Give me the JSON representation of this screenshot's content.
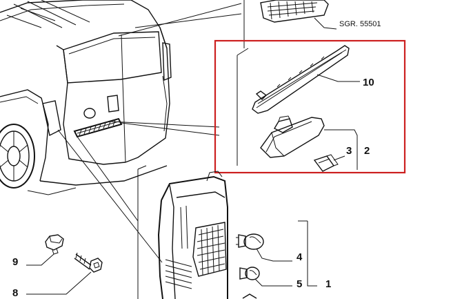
{
  "diagram": {
    "reference_code": "SGR. 55501",
    "callouts": {
      "c10": "10",
      "c3": "3",
      "c2": "2",
      "c4": "4",
      "c5": "5",
      "c1": "1",
      "c9": "9",
      "c8": "8"
    },
    "highlight_color": "#cc1f1f",
    "line_color": "#111111"
  }
}
